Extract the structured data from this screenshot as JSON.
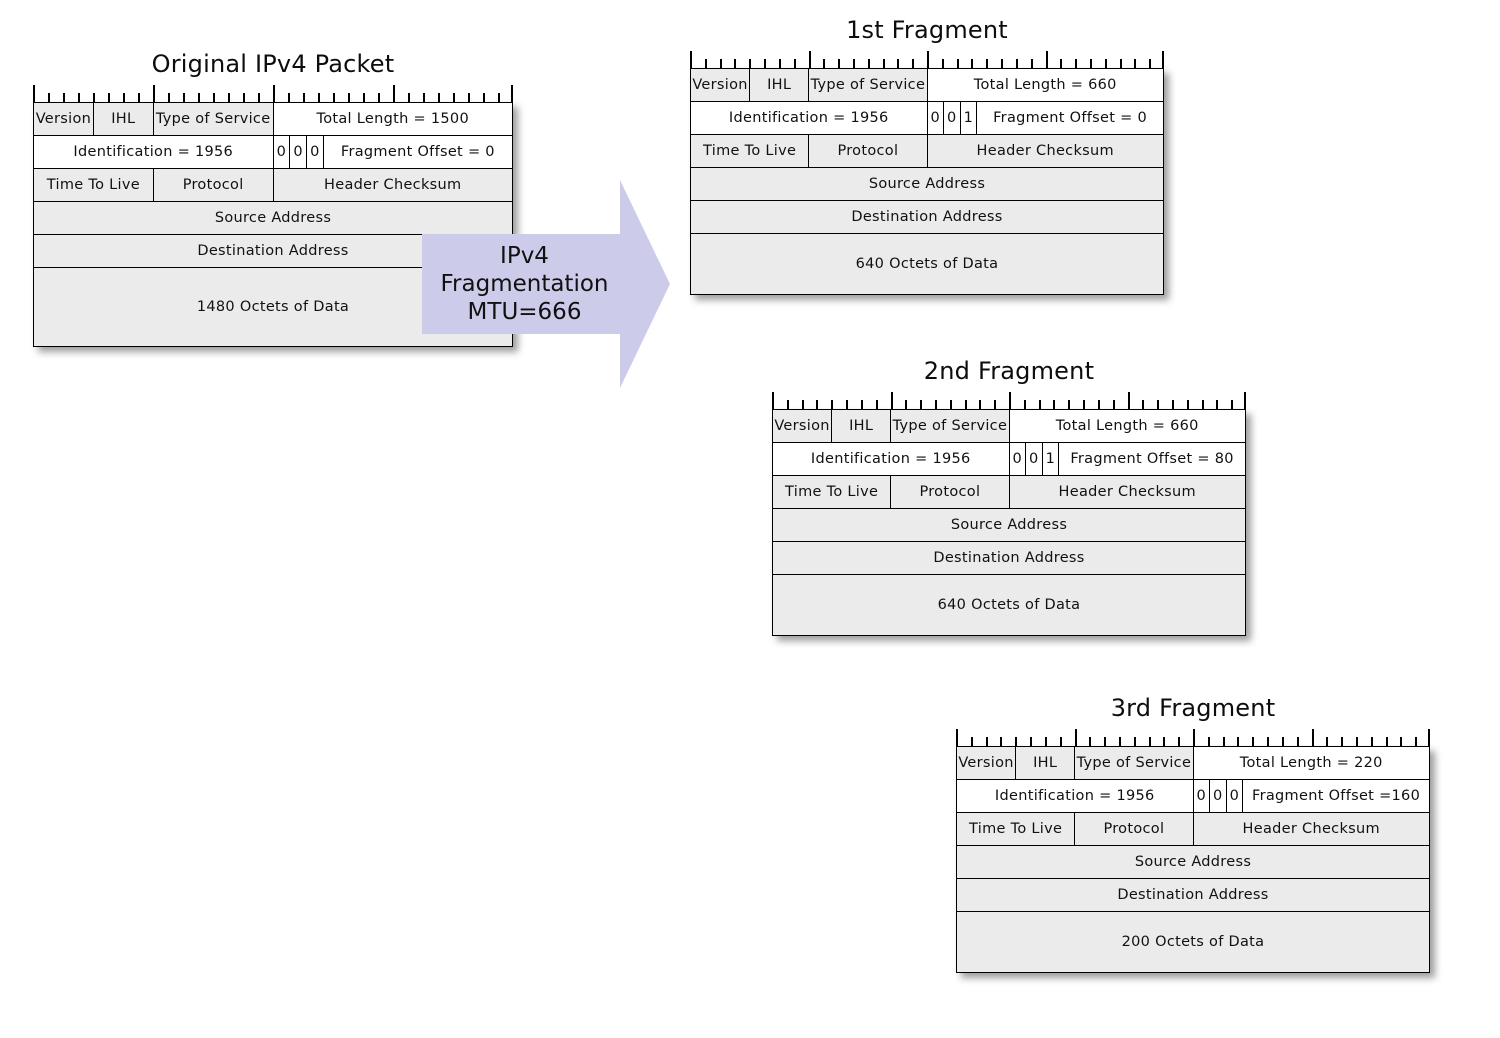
{
  "diagram": {
    "title_visible": false,
    "background": "#ffffff",
    "arrow_color": "#ccccea",
    "cell_gray": "#ebebeb",
    "cell_white": "#ffffff",
    "border_color": "#000000"
  },
  "arrow": {
    "label_line1": "IPv4 Fragmentation",
    "label_line2": "MTU=666",
    "color": "#ccccea"
  },
  "packets": [
    {
      "id": "original",
      "title": "Original IPv4 Packet",
      "fields": {
        "version": "Version",
        "ihl": "IHL",
        "tos": "Type of Service",
        "total_length": "Total Length = 1500",
        "identification": "Identification = 1956",
        "flag_bit_1": "0",
        "flag_bit_2": "0",
        "flag_bit_3": "0",
        "fragment_offset": "Fragment Offset = 0",
        "ttl": "Time To Live",
        "protocol": "Protocol",
        "header_checksum": "Header Checksum",
        "source_address": "Source Address",
        "destination_address": "Destination Address",
        "payload": "1480 Octets of Data"
      }
    },
    {
      "id": "fragment1",
      "title": "1st Fragment",
      "fields": {
        "version": "Version",
        "ihl": "IHL",
        "tos": "Type of Service",
        "total_length": "Total Length = 660",
        "identification": "Identification = 1956",
        "flag_bit_1": "0",
        "flag_bit_2": "0",
        "flag_bit_3": "1",
        "fragment_offset": "Fragment Offset = 0",
        "ttl": "Time To Live",
        "protocol": "Protocol",
        "header_checksum": "Header Checksum",
        "source_address": "Source Address",
        "destination_address": "Destination Address",
        "payload": "640 Octets of Data"
      }
    },
    {
      "id": "fragment2",
      "title": "2nd Fragment",
      "fields": {
        "version": "Version",
        "ihl": "IHL",
        "tos": "Type of Service",
        "total_length": "Total Length = 660",
        "identification": "Identification = 1956",
        "flag_bit_1": "0",
        "flag_bit_2": "0",
        "flag_bit_3": "1",
        "fragment_offset": "Fragment Offset = 80",
        "ttl": "Time To Live",
        "protocol": "Protocol",
        "header_checksum": "Header Checksum",
        "source_address": "Source Address",
        "destination_address": "Destination Address",
        "payload": "640 Octets of Data"
      }
    },
    {
      "id": "fragment3",
      "title": "3rd Fragment",
      "fields": {
        "version": "Version",
        "ihl": "IHL",
        "tos": "Type of Service",
        "total_length": "Total Length = 220",
        "identification": "Identification = 1956",
        "flag_bit_1": "0",
        "flag_bit_2": "0",
        "flag_bit_3": "0",
        "fragment_offset": "Fragment Offset =160",
        "ttl": "Time To Live",
        "protocol": "Protocol",
        "header_checksum": "Header Checksum",
        "source_address": "Source Address",
        "destination_address": "Destination Address",
        "payload": "200 Octets of Data"
      }
    }
  ]
}
